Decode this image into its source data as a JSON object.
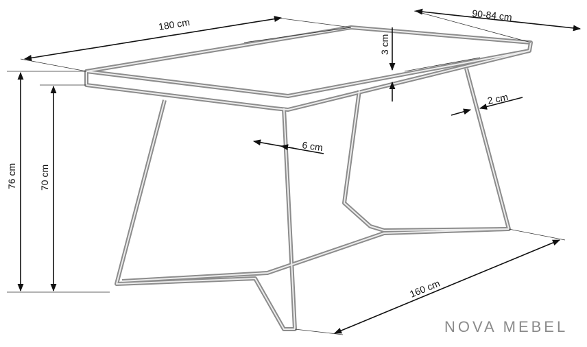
{
  "dimensions": {
    "length": "180 cm",
    "width": "90-84 cm",
    "top_thickness": "3 cm",
    "leg_thickness": "2 cm",
    "leg_width": "6 cm",
    "total_height": "76 cm",
    "leg_height": "70 cm",
    "base_length": "160 cm"
  },
  "brand": "NOVA MEBEL",
  "colors": {
    "outline_outer": "#8c8c8c",
    "outline_inner": "#ececec",
    "dimension": "#111111",
    "brand": "#8a8a8a"
  }
}
